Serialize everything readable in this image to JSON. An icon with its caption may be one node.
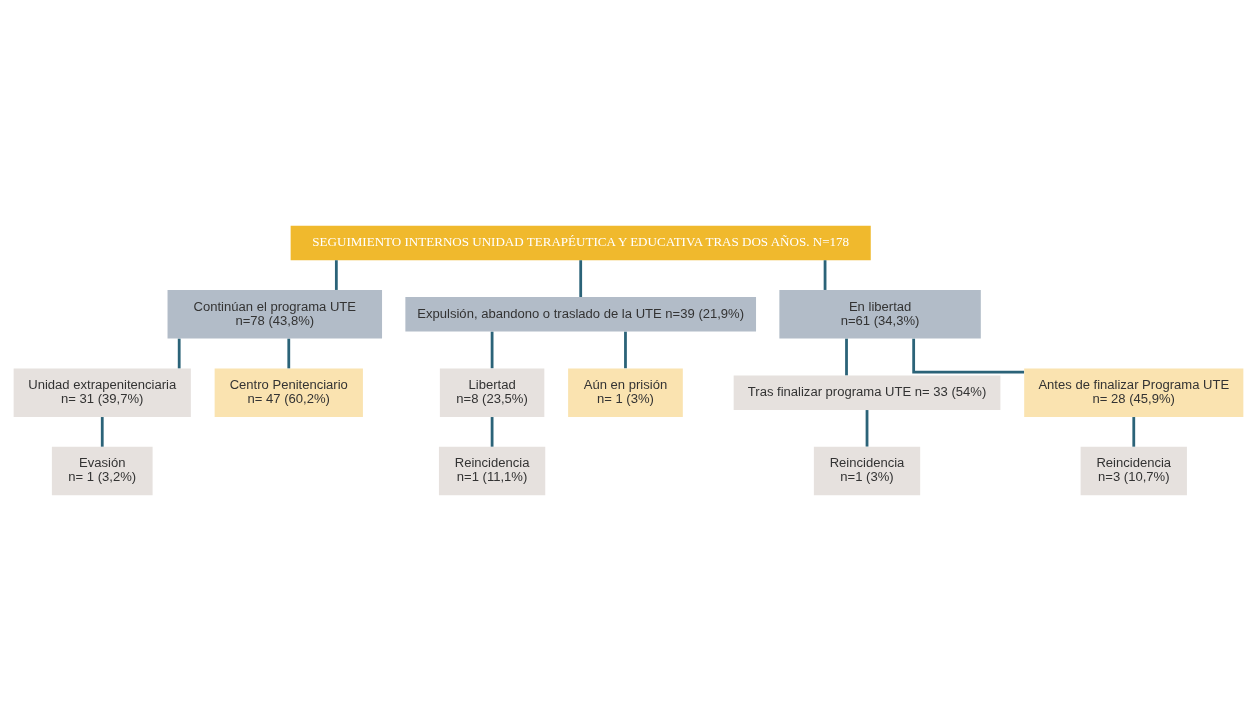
{
  "diagram": {
    "nodes": [
      {
        "text": [
          "SEGUIMIENTO INTERNOS UNIDAD TERAPÉUTICA Y EDUCATIVA TRAS DOS AÑOS. N=178"
        ]
      },
      {
        "text": [
          "Continúan el programa UTE",
          "n=78 (43,8%)"
        ]
      },
      {
        "text": [
          "Expulsión, abandono o traslado de la UTE n=39 (21,9%)"
        ]
      },
      {
        "text": [
          "En libertad",
          "n=61 (34,3%)"
        ]
      },
      {
        "text": [
          "Unidad extrapenitenciaria",
          "n= 31 (39,7%)"
        ]
      },
      {
        "text": [
          "Centro Penitenciario",
          "n= 47 (60,2%)"
        ]
      },
      {
        "text": [
          "Libertad",
          "n=8 (23,5%)"
        ]
      },
      {
        "text": [
          "Aún en prisión",
          "n= 1 (3%)"
        ]
      },
      {
        "text": [
          "Tras finalizar programa UTE n= 33 (54%)"
        ]
      },
      {
        "text": [
          "Antes de finalizar Programa UTE",
          "n= 28 (45,9%)"
        ]
      },
      {
        "text": [
          "Evasión",
          "n= 1 (3,2%)"
        ]
      },
      {
        "text": [
          "Reincidencia",
          "n=1 (11,1%)"
        ]
      },
      {
        "text": [
          "Reincidencia",
          "n=1 (3%)"
        ]
      },
      {
        "text": [
          "Reincidencia",
          "n=3 (10,7%)"
        ]
      }
    ],
    "edges": [
      {
        "from": 0,
        "to": 1,
        "arrow": "none"
      },
      {
        "from": 0,
        "to": 2,
        "arrow": "none"
      },
      {
        "from": 0,
        "to": 3,
        "arrow": "none"
      },
      {
        "from": 1,
        "to": 4,
        "arrow": "none"
      },
      {
        "from": 1,
        "to": 5,
        "arrow": "none"
      },
      {
        "from": 2,
        "to": 6,
        "arrow": "none"
      },
      {
        "from": 2,
        "to": 7,
        "arrow": "none"
      },
      {
        "from": 3,
        "to": 8,
        "arrow": "none"
      },
      {
        "from": 3,
        "to": 9,
        "arrow": "none"
      },
      {
        "from": 4,
        "to": 10,
        "arrow": "none"
      },
      {
        "from": 6,
        "to": 11,
        "arrow": "none"
      },
      {
        "from": 8,
        "to": 12,
        "arrow": "none"
      },
      {
        "from": 9,
        "to": 13,
        "arrow": "none"
      }
    ]
  }
}
